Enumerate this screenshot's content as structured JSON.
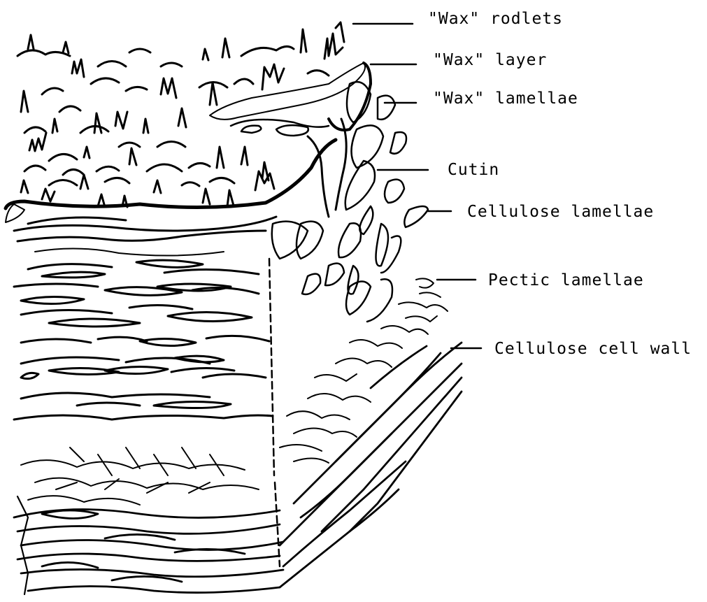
{
  "figure": {
    "labels": [
      {
        "id": "wax-rodlets",
        "text": "\"Wax\" rodlets"
      },
      {
        "id": "wax-layer",
        "text": "\"Wax\" layer"
      },
      {
        "id": "wax-lamellae",
        "text": "\"Wax\" lamellae"
      },
      {
        "id": "cutin",
        "text": "Cutin"
      },
      {
        "id": "cellulose-lamellae",
        "text": "Cellulose lamellae"
      },
      {
        "id": "pectic-lamellae",
        "text": "Pectic lamellae"
      },
      {
        "id": "cellulose-cell-wall",
        "text": "Cellulose cell wall"
      }
    ]
  },
  "colors": {
    "ink": "#000000",
    "shading": "#9a9a9a",
    "background": "#ffffff"
  }
}
